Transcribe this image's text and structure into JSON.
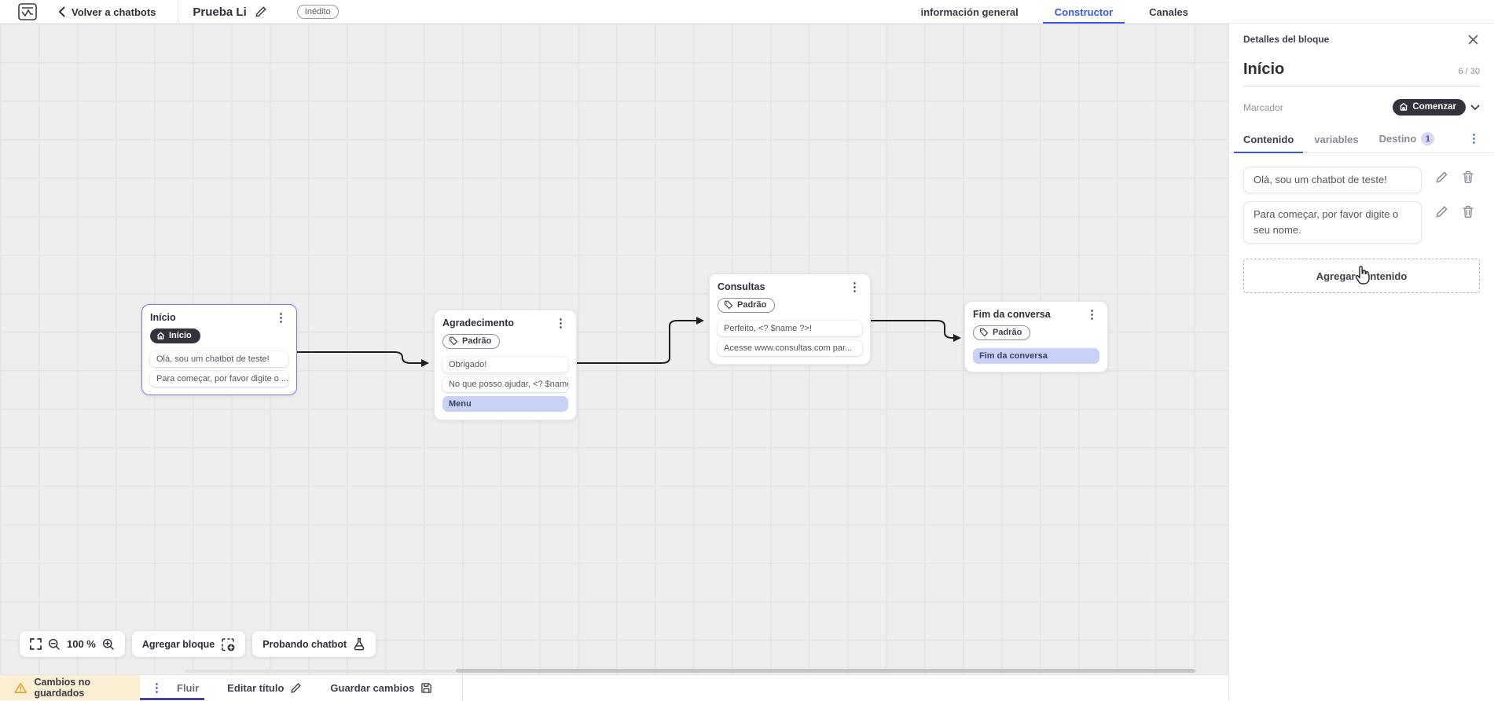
{
  "colors": {
    "accent_blue": "#3a57e8",
    "selected_node_border": "#8277e8",
    "row_highlight": "#c8d1f6",
    "dark_pill": "#33333d",
    "warning_bg": "#faeed3",
    "warning_icon": "#dfa32b",
    "canvas_bg": "#eeeeef",
    "wire": "#1e1e23"
  },
  "icons": {
    "app_logo": "square-outline-logo",
    "back": "chevron-left",
    "edit": "pencil",
    "delete": "trash",
    "close": "x",
    "home": "house",
    "tag": "label-tag",
    "chevron_down": "v",
    "kebab": "⋮",
    "fullscreen": "corner-brackets",
    "zoom_out": "magnifier-minus",
    "zoom_in": "magnifier-plus",
    "add_block": "dashed-square-plus",
    "test": "flask",
    "warning": "triangle-exclamation",
    "save": "floppy-disk",
    "cursor": "hand-pointer"
  },
  "top_bar": {
    "back_label": "Volver a chatbots",
    "title": "Prueba Li",
    "status_badge": "Inédito",
    "tabs": [
      {
        "label": "información general",
        "active": false
      },
      {
        "label": "Constructor",
        "active": true
      },
      {
        "label": "Canales",
        "active": false
      }
    ]
  },
  "panel": {
    "header": "Detalles del bloque",
    "block_title": "Início",
    "char_counter": "6 / 30",
    "marker_label": "Marcador",
    "marker_value": "Comenzar",
    "tabs": [
      {
        "label": "Contenido",
        "active": true
      },
      {
        "label": "variables",
        "active": false
      },
      {
        "label": "Destino",
        "active": false,
        "badge": "1"
      }
    ],
    "contents": [
      "Olá, sou um chatbot de teste!",
      "Para começar, por favor digite o seu nome."
    ],
    "add_content_label": "Agregar contenido"
  },
  "canvas": {
    "zoom_level": "100 %",
    "add_block_label": "Agregar bloque",
    "test_label": "Probando chatbot",
    "nodes": [
      {
        "title": "Início",
        "badge": "Início",
        "badge_type": "start",
        "selected": true,
        "rows": [
          {
            "text": "Olá, sou um chatbot de teste!"
          },
          {
            "text": "Para começar, por favor digite o ..."
          }
        ]
      },
      {
        "title": "Agradecimento",
        "badge": "Padrão",
        "badge_type": "default",
        "selected": false,
        "rows": [
          {
            "text": "Obrigado!"
          },
          {
            "text": "No que posso ajudar, <? $name ..."
          },
          {
            "text": "Menu",
            "highlight": true
          }
        ]
      },
      {
        "title": "Consultas",
        "badge": "Padrão",
        "badge_type": "default",
        "selected": false,
        "rows": [
          {
            "text": "Perfeito, <? $name ?>!"
          },
          {
            "text": "Acesse www.consultas.com par..."
          }
        ]
      },
      {
        "title": "Fim da conversa",
        "badge": "Padrão",
        "badge_type": "default",
        "selected": false,
        "rows": [
          {
            "text": "Fim da conversa",
            "highlight": true
          }
        ]
      }
    ]
  },
  "bottom_bar": {
    "warning": "Cambios no guardados",
    "flow_tab": "Fluir",
    "edit_title_label": "Editar título",
    "save_label": "Guardar cambios"
  }
}
